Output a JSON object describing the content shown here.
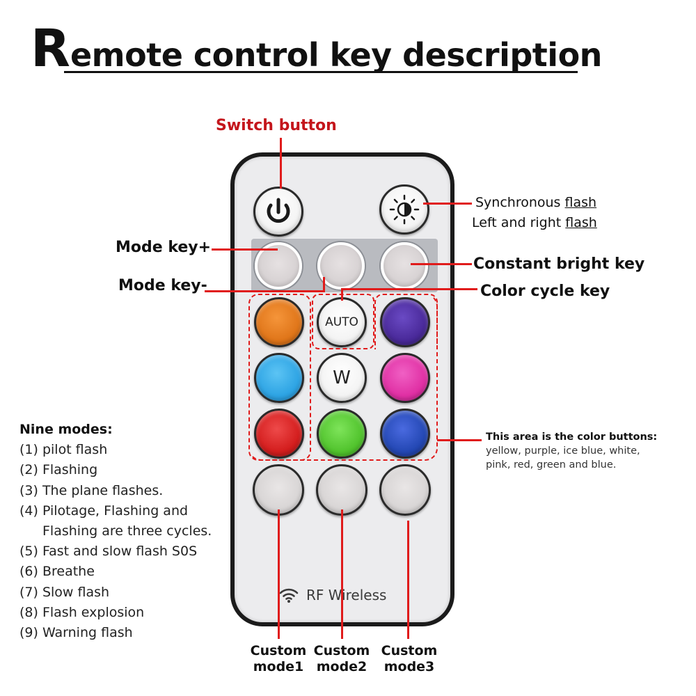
{
  "title": {
    "first_letter": "R",
    "rest": "emote control key description"
  },
  "callouts": {
    "switch_button": "Switch button",
    "sync_line1_prefix": "Synchronous ",
    "sync_line1_link": "flash",
    "sync_line2_prefix": "Left and right ",
    "sync_line2_link": "flash",
    "mode_key_plus": "Mode key+",
    "mode_key_minus": "Mode key-",
    "constant_bright_key": "Constant bright key",
    "color_cycle_key": "Color cycle key",
    "color_area_title": "This area is the color buttons:",
    "color_area_line1": "yellow, purple, ice blue, white,",
    "color_area_line2": "pink, red, green and blue.",
    "custom1_line1": "Custom",
    "custom1_line2": "mode1",
    "custom2_line1": "Custom",
    "custom2_line2": "mode2",
    "custom3_line1": "Custom",
    "custom3_line2": "mode3"
  },
  "remote": {
    "auto_label": "AUTO",
    "w_label": "W",
    "rf_label": "RF Wireless",
    "color_buttons": {
      "orange": "#e0761a",
      "purple": "#4a2a9a",
      "ice_blue": "#2ea4e4",
      "pink": "#e030a4",
      "red": "#d41e1e",
      "green": "#52c42e",
      "blue": "#2448b4"
    }
  },
  "modes": {
    "heading": "Nine modes:",
    "items": [
      "(1) pilot flash",
      "(2) Flashing",
      "(3) The plane flashes.",
      "(4) Pilotage, Flashing and",
      "Flashing are three cycles.",
      "(5) Fast and slow flash S0S",
      "(6) Breathe",
      "(7) Slow flash",
      "(8) Flash explosion",
      "(9) Warning flash"
    ]
  },
  "colors": {
    "accent_red": "#e01b1b",
    "callout_red": "#c4161c",
    "remote_border": "#1b1b1b",
    "remote_body": "#ececee"
  },
  "icons": [
    "power-icon",
    "brightness-icon",
    "wifi-icon"
  ]
}
